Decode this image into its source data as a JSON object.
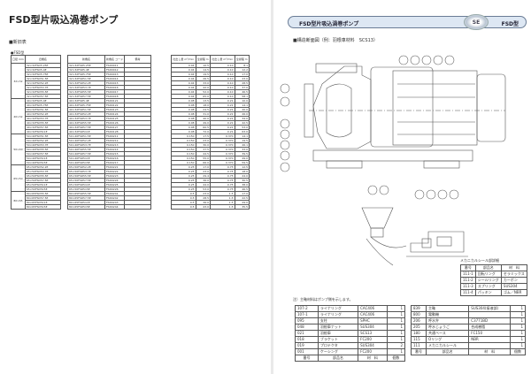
{
  "left_page": {
    "title": "FSD型片吸込渦巻ポンプ",
    "section": "■新旧表",
    "subsection": "●FSD型",
    "table_a_headers": [
      "口径 mm",
      "旧機名"
    ],
    "table_b_headers": [
      "新機名",
      "新機名 コード",
      "備考"
    ],
    "table_c_headers": [
      "吐出し量 m³/min",
      "全揚程 m",
      "吐出し量 m³/min",
      "全揚程 m"
    ],
    "groups": [
      {
        "label": "32×32",
        "rows": 8
      },
      {
        "label": "40×32",
        "rows": 8
      },
      {
        "label": "50×40",
        "rows": 7
      },
      {
        "label": "65×50",
        "rows": 6
      },
      {
        "label": "80×65",
        "rows": 4
      }
    ],
    "rows": [
      {
        "old": "32×32FSD5.25E",
        "new": "32×32FSD5.25E",
        "code": "FSD0011",
        "q1": "0.04",
        "h1": "10.5",
        "q2": "0.10",
        "h2": "8.1"
      },
      {
        "old": "32×32FSD5.4E",
        "new": "32×32FSD5.4E",
        "code": "FSD0012",
        "q1": "0.04",
        "h1": "14.5",
        "q2": "0.10",
        "h2": "12.2"
      },
      {
        "old": "32×32FSD5.75E",
        "new": "32×32FSD5.75E",
        "code": "FSD0013",
        "q1": "0.04",
        "h1": "19.5",
        "q2": "0.10",
        "h2": "17.0"
      },
      {
        "old": "32×32FSD51.5E",
        "new": "32×32FSD51.5E",
        "code": "FSD0014",
        "q1": "0.04",
        "h1": "26.5",
        "q2": "0.10",
        "h2": "23.0"
      },
      {
        "old": "32×32FSD52.2E",
        "new": "32×32FSD52.2E",
        "code": "FSD0015",
        "q1": "0.04",
        "h1": "33.0",
        "q2": "0.10",
        "h2": "28.5"
      },
      {
        "old": "32×32FSD53.7E",
        "new": "32×32FSD53.7E",
        "code": "FSD0016",
        "q1": "0.04",
        "h1": "42.0",
        "q2": "0.10",
        "h2": "37.0"
      },
      {
        "old": "32×32FSD55.5E",
        "new": "32×32FSD55.5E",
        "code": "FSD0017",
        "q1": "0.04",
        "h1": "52.0",
        "q2": "0.10",
        "h2": "46.5"
      },
      {
        "old": "32×32FSD57.5E",
        "new": "32×32FSD57.5E",
        "code": "FSD0018",
        "q1": "0.04",
        "h1": "65.0",
        "q2": "0.10",
        "h2": "58.1"
      },
      {
        "old": "40×32FSD5.4E",
        "new": "40×32FSD5.4E",
        "code": "FSD0121",
        "q1": "0.08",
        "h1": "13.5",
        "q2": "0.21",
        "h2": "10.0"
      },
      {
        "old": "40×32FSD5.75E",
        "new": "40×32FSD5.75E",
        "code": "FSD0122",
        "q1": "0.08",
        "h1": "18.0",
        "q2": "0.21",
        "h2": "14.1"
      },
      {
        "old": "40×32FSD51.5E",
        "new": "40×32FSD51.5E",
        "code": "FSD0123",
        "q1": "0.08",
        "h1": "24.5",
        "q2": "0.21",
        "h2": "20.0"
      },
      {
        "old": "40×32FSD52.2E",
        "new": "40×32FSD52.2E",
        "code": "FSD0124",
        "q1": "0.08",
        "h1": "31.0",
        "q2": "0.21",
        "h2": "26.0"
      },
      {
        "old": "40×32FSD53.7E",
        "new": "40×32FSD53.7E",
        "code": "FSD0125",
        "q1": "0.08",
        "h1": "40.0",
        "q2": "0.21",
        "h2": "34.0"
      },
      {
        "old": "40×32FSD55.5E",
        "new": "40×32FSD55.5E",
        "code": "FSD0126",
        "q1": "0.08",
        "h1": "49.0",
        "q2": "0.21",
        "h2": "42.5"
      },
      {
        "old": "40×32FSD57.5E",
        "new": "40×32FSD57.5E",
        "code": "FSD0127",
        "q1": "0.08",
        "h1": "60.5",
        "q2": "0.21",
        "h2": "53.0"
      },
      {
        "old": "40×32FSD511E",
        "new": "40×32FSD511E",
        "code": "FSD0128",
        "q1": "0.08",
        "h1": "72.0",
        "q2": "0.21",
        "h2": "63.0"
      },
      {
        "old": "50×40FSD51.5E",
        "new": "50×40FSD51.5E",
        "code": "FSD0211",
        "q1": "0.150",
        "h1": "17.5",
        "q2": "0.370",
        "h2": "14.1"
      },
      {
        "old": "50×40FSD52.2E",
        "new": "50×40FSD52.2E",
        "code": "FSD0212",
        "q1": "0.150",
        "h1": "23.0",
        "q2": "0.370",
        "h2": "19.5"
      },
      {
        "old": "50×40FSD53.7E",
        "new": "50×40FSD53.7E",
        "code": "FSD0213",
        "q1": "0.150",
        "h1": "30.0",
        "q2": "0.370",
        "h2": "26.1"
      },
      {
        "old": "50×40FSD55.5E",
        "new": "50×40FSD55.5E",
        "code": "FSD0214",
        "q1": "0.150",
        "h1": "37.5",
        "q2": "0.370",
        "h2": "33.0"
      },
      {
        "old": "50×40FSD57.5E",
        "new": "50×40FSD57.5E",
        "code": "FSD0215",
        "q1": "0.150",
        "h1": "44.5",
        "q2": "0.370",
        "h2": "39.5"
      },
      {
        "old": "50×40FSD511E",
        "new": "50×40FSD511E",
        "code": "FSD0216",
        "q1": "0.150",
        "h1": "55.0",
        "q2": "0.370",
        "h2": "49.0"
      },
      {
        "old": "50×40FSD515E",
        "new": "50×40FSD515E",
        "code": "FSD0217",
        "q1": "0.150",
        "h1": "66.0",
        "q2": "0.370",
        "h2": "59.5"
      },
      {
        "old": "65×50FSD52.2E",
        "new": "65×50FSD52.2E",
        "code": "FSD0221",
        "q1": "0.25",
        "h1": "17.0",
        "q2": "0.75",
        "h2": "12.5"
      },
      {
        "old": "65×50FSD53.7E",
        "new": "65×50FSD53.7E",
        "code": "FSD0222",
        "q1": "0.25",
        "h1": "23.0",
        "q2": "0.75",
        "h2": "18.0"
      },
      {
        "old": "65×50FSD55.5E",
        "new": "65×50FSD55.5E",
        "code": "FSD0223",
        "q1": "0.25",
        "h1": "29.4",
        "q2": "0.75",
        "h2": "24.0"
      },
      {
        "old": "65×50FSD57.5E",
        "new": "65×50FSD57.5E",
        "code": "FSD0224",
        "q1": "0.25",
        "h1": "36.0",
        "q2": "0.75",
        "h2": "30.5"
      },
      {
        "old": "65×50FSD511E",
        "new": "65×50FSD511E",
        "code": "FSD0225",
        "q1": "0.25",
        "h1": "44.0",
        "q2": "0.75",
        "h2": "38.0"
      },
      {
        "old": "65×50FSD515E",
        "new": "65×50FSD515E",
        "code": "FSD0226",
        "q1": "0.25",
        "h1": "53.0",
        "q2": "0.75",
        "h2": "46.5"
      },
      {
        "old": "80×65FSD55.5E",
        "new": "80×65FSD55.5E",
        "code": "FSD0241",
        "q1": "0.5",
        "h1": "23.0",
        "q2": "1.5",
        "h2": "17.0"
      },
      {
        "old": "80×65FSD57.5E",
        "new": "80×65FSD57.5E",
        "code": "FSD0242",
        "q1": "0.5",
        "h1": "28.5",
        "q2": "1.5",
        "h2": "22.5"
      },
      {
        "old": "80×65FSD511E",
        "new": "80×65FSD511E",
        "code": "FSD0243",
        "q1": "0.5",
        "h1": "36.0",
        "q2": "1.5",
        "h2": "29.0"
      },
      {
        "old": "80×65FSD515E",
        "new": "80×65FSD515E",
        "code": "FSD0244",
        "q1": "0.5",
        "h1": "43.0",
        "q2": "1.5",
        "h2": "35.5"
      }
    ]
  },
  "right_page": {
    "header_title": "FSD型片吸込渦巻ポンプ",
    "header_model": "FSD型",
    "logo_text": "SE",
    "section": "■構造断面図（例：羽根車材料　SCS13）",
    "callouts_top": [
      "108",
      "111",
      "839",
      "800",
      "095"
    ],
    "callouts_left": [
      "021",
      "001",
      "048",
      "107-1",
      "107-2",
      "018",
      "115",
      "019"
    ],
    "callouts_mid": [
      "205",
      "206"
    ],
    "callouts_seal": [
      "111-4",
      "111-3",
      "111-2",
      "111-1"
    ],
    "seal_caption": "メカニカルシール部詳細",
    "seal_table": {
      "headers": [
        "番号",
        "部品名",
        "材　料"
      ],
      "rows": [
        [
          "111-1",
          "回転リング",
          "セラミックス"
        ],
        [
          "111-2",
          "シールリング",
          "カーボン"
        ],
        [
          "111-3",
          "スプリング",
          "SUS304"
        ],
        [
          "111-4",
          "パッキン",
          "ゴム／NBR"
        ]
      ]
    },
    "note": "注）主軸材料はポンプ側を示します。",
    "parts_left": {
      "headers": [
        "番号",
        "部品名",
        "材　料",
        "個数"
      ],
      "rows": [
        [
          "107-2",
          "ライナリング",
          "CAC406",
          "1"
        ],
        [
          "107-1",
          "ライナリング",
          "CAC406",
          "1"
        ],
        [
          "095",
          "支柱",
          "SPHC",
          "1"
        ],
        [
          "048",
          "羽根車ナット",
          "SUS304",
          "1"
        ],
        [
          "021",
          "羽根車",
          "SCS13",
          "1"
        ],
        [
          "018",
          "ブラケット",
          "FC200",
          "1"
        ],
        [
          "019",
          "プロテクタ",
          "SUS304",
          "2"
        ],
        [
          "001",
          "ケーシング",
          "FC200",
          "1"
        ]
      ]
    },
    "parts_right": {
      "headers": [
        "番号",
        "部品名",
        "材　料",
        "個数"
      ],
      "rows": [
        [
          "839",
          "主軸",
          "SUS304(接液部)",
          "1"
        ],
        [
          "800",
          "電動機",
          "",
          "1"
        ],
        [
          "206",
          "呼水弁",
          "C3771BD",
          "1"
        ],
        [
          "205",
          "呼水じょうご",
          "合成樹脂",
          "1"
        ],
        [
          "180",
          "共通ベース",
          "FC150",
          "1"
        ],
        [
          "115",
          "Oリング",
          "NBR",
          "1"
        ],
        [
          "111",
          "メカニカルシール",
          "",
          "1"
        ]
      ]
    }
  }
}
